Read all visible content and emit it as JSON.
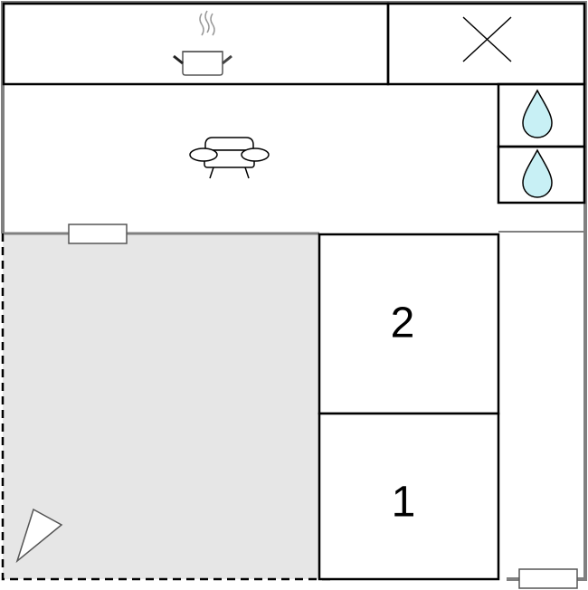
{
  "floorplan": {
    "rooms": [
      {
        "id": "kitchen",
        "icon": "cooking-pot-icon"
      },
      {
        "id": "wc",
        "icon": "cross-icon"
      },
      {
        "id": "living",
        "icon": "sofa-icon"
      },
      {
        "id": "bathroom",
        "icon": "water-drop-icon",
        "count": 2
      },
      {
        "id": "bedroom-2",
        "label": "2"
      },
      {
        "id": "bedroom-1",
        "label": "1"
      },
      {
        "id": "terrace",
        "icon": "compass-pointer-icon"
      }
    ],
    "colors": {
      "wall": "#000000",
      "outer_wall": "#808080",
      "terrace_fill": "#e6e6e6",
      "water": "#c8f0f5"
    }
  }
}
